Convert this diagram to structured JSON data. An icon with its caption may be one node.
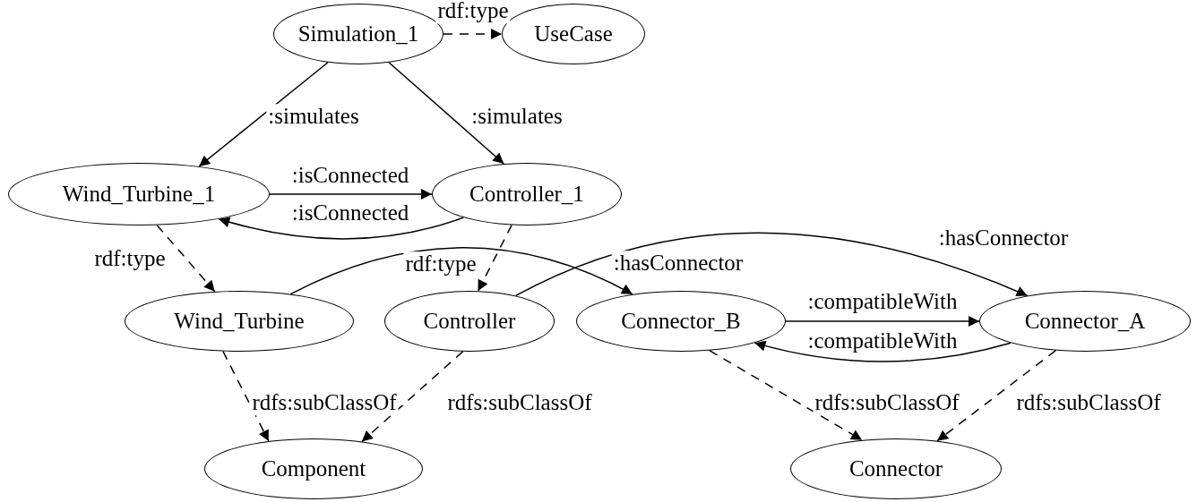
{
  "diagram": {
    "nodes": [
      {
        "text": [
          "Simulation_1"
        ]
      },
      {
        "text": [
          "UseCase"
        ]
      },
      {
        "text": [
          "Wind_Turbine_1"
        ]
      },
      {
        "text": [
          "Controller_1"
        ]
      },
      {
        "text": [
          "Wind_Turbine"
        ]
      },
      {
        "text": [
          "Controller"
        ]
      },
      {
        "text": [
          "Connector_B"
        ]
      },
      {
        "text": [
          "Connector_A"
        ]
      },
      {
        "text": [
          "Component"
        ]
      },
      {
        "text": [
          "Connector"
        ]
      }
    ],
    "edges": [
      {
        "from": 0,
        "to": 1,
        "arrow": "to",
        "label": "rdf:type",
        "style": "dashed"
      },
      {
        "from": 0,
        "to": 2,
        "arrow": "to",
        "label": ":simulates"
      },
      {
        "from": 0,
        "to": 3,
        "arrow": "to",
        "label": ":simulates"
      },
      {
        "from": 2,
        "to": 3,
        "arrow": "to",
        "label": ":isConnected"
      },
      {
        "from": 3,
        "to": 2,
        "arrow": "to",
        "label": ":isConnected"
      },
      {
        "from": 2,
        "to": 4,
        "arrow": "to",
        "label": "rdf:type",
        "style": "dashed"
      },
      {
        "from": 3,
        "to": 5,
        "arrow": "to",
        "label": "rdf:type",
        "style": "dashed"
      },
      {
        "from": 4,
        "to": 6,
        "arrow": "to",
        "label": ":hasConnector"
      },
      {
        "from": 5,
        "to": 7,
        "arrow": "to",
        "label": ":hasConnector"
      },
      {
        "from": 6,
        "to": 7,
        "arrow": "to",
        "label": ":compatibleWith"
      },
      {
        "from": 7,
        "to": 6,
        "arrow": "to",
        "label": ":compatibleWith"
      },
      {
        "from": 4,
        "to": 8,
        "arrow": "to",
        "label": "rdfs:subClassOf",
        "style": "dashed"
      },
      {
        "from": 5,
        "to": 8,
        "arrow": "to",
        "label": "rdfs:subClassOf",
        "style": "dashed"
      },
      {
        "from": 6,
        "to": 9,
        "arrow": "to",
        "label": "rdfs:subClassOf",
        "style": "dashed"
      },
      {
        "from": 7,
        "to": 9,
        "arrow": "to",
        "label": "rdfs:subClassOf",
        "style": "dashed"
      }
    ]
  }
}
